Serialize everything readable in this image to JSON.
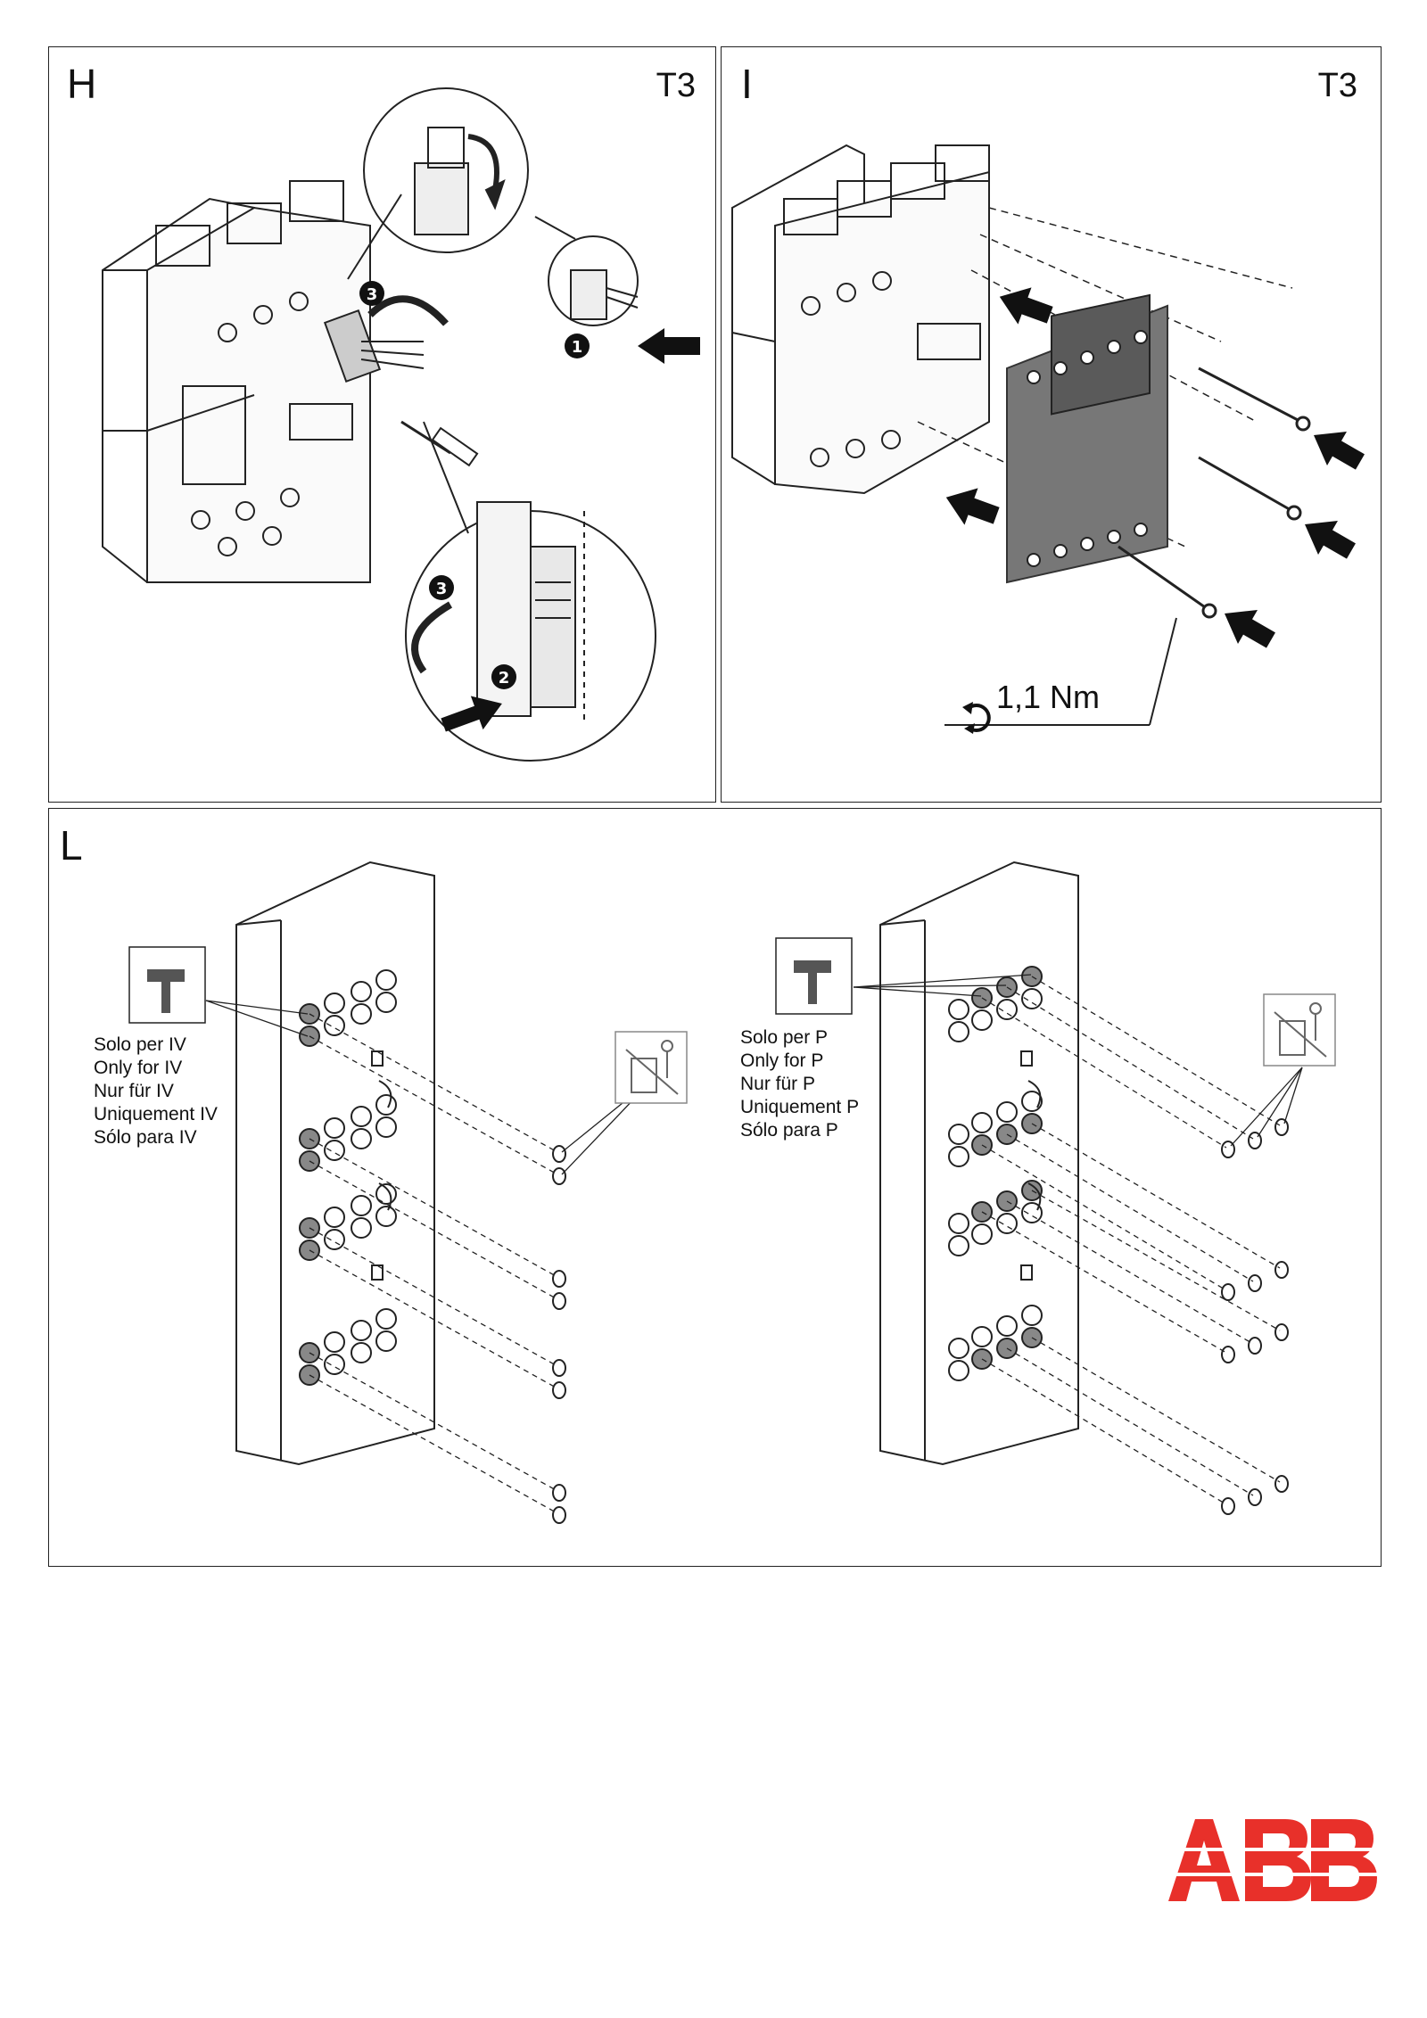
{
  "panels": {
    "h": {
      "letter": "H",
      "model": "T3",
      "callouts": [
        "1",
        "2",
        "3",
        "3"
      ]
    },
    "i": {
      "letter": "I",
      "model": "T3",
      "torque": "1,1 Nm"
    },
    "l": {
      "letter": "L",
      "left_note": [
        "Solo per IV",
        "Only for IV",
        "Nur für IV",
        "Uniquement IV",
        "Sólo para IV"
      ],
      "right_note": [
        "Solo per P",
        "Only for P",
        "Nur für P",
        "Uniquement P",
        "Sólo para P"
      ]
    }
  },
  "icons": {
    "hammer": "hammer-icon",
    "recycle": "waste-bin-icon",
    "torque": "rotation-torque-icon"
  },
  "brand": {
    "logo": "ABB",
    "color": "#e8302a"
  }
}
